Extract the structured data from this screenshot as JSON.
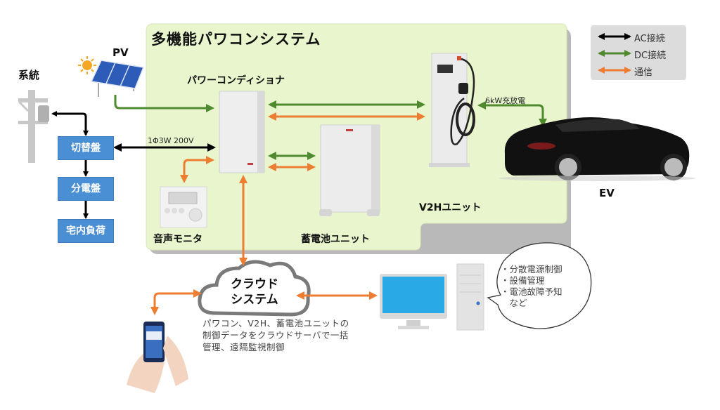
{
  "title": "多機能パワコンシステム",
  "legend": {
    "items": [
      {
        "label": "AC接続",
        "color": "#000000"
      },
      {
        "label": "DC接続",
        "color": "#4f8a2e"
      },
      {
        "label": "通信",
        "color": "#ed7d31"
      }
    ]
  },
  "colors": {
    "panel_bg": "#e8f5cd",
    "box_blue": "#4a8fd3",
    "ac": "#000000",
    "dc": "#4f8a2e",
    "comm": "#ed7d31"
  },
  "grid": {
    "label": "系統",
    "boxes": [
      "切替盤",
      "分電盤",
      "宅内負荷"
    ]
  },
  "pv": {
    "label": "PV"
  },
  "power_conditioner": {
    "label": "パワーコンディショナ"
  },
  "ac_line_label": "1Φ3W 200V",
  "voice_monitor": {
    "label": "音声モニタ"
  },
  "battery": {
    "label": "蓄電池ユニット"
  },
  "v2h": {
    "label": "V2Hユニット",
    "charge_label": "6kW充放電"
  },
  "ev": {
    "label": "EV"
  },
  "cloud": {
    "line1": "クラウド",
    "line2": "システム",
    "description": [
      "パワコン、V2H、蓄電池ユニットの",
      "制御データをクラウドサーバで一括",
      "管理、遠隔監視制御"
    ]
  },
  "pc_bubble": {
    "items": [
      "・分散電源制御",
      "・設備管理",
      "・電池故障予知",
      "　など"
    ]
  }
}
